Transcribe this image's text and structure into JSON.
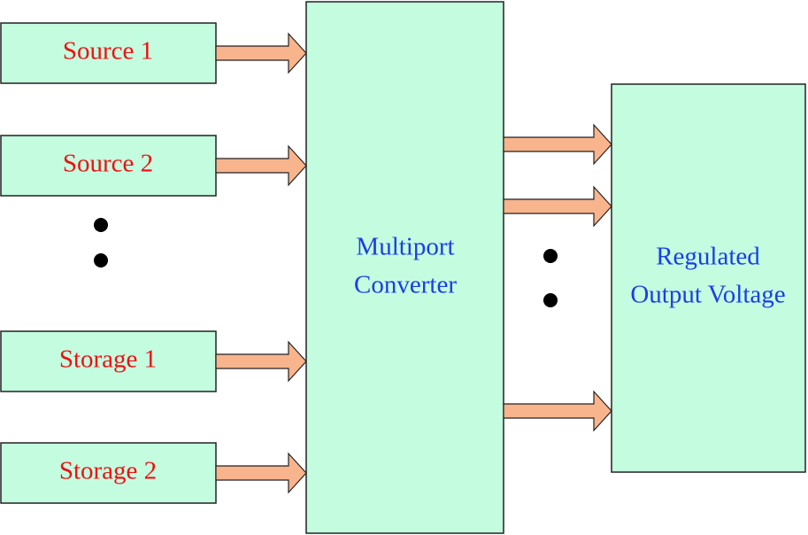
{
  "inputs": [
    {
      "label": "Source 1"
    },
    {
      "label": "Source 2"
    },
    {
      "label": "Storage 1"
    },
    {
      "label": "Storage 2"
    }
  ],
  "converter": {
    "line1": "Multiport",
    "line2": "Converter"
  },
  "output": {
    "line1": "Regulated",
    "line2": "Output Voltage"
  },
  "colors": {
    "box_fill": "#c4fce0",
    "box_stroke": "#222222",
    "arrow_fill": "#f8b48c",
    "input_text": "#ee1111",
    "block_text": "#1a3ee8",
    "dot": "#000000"
  }
}
